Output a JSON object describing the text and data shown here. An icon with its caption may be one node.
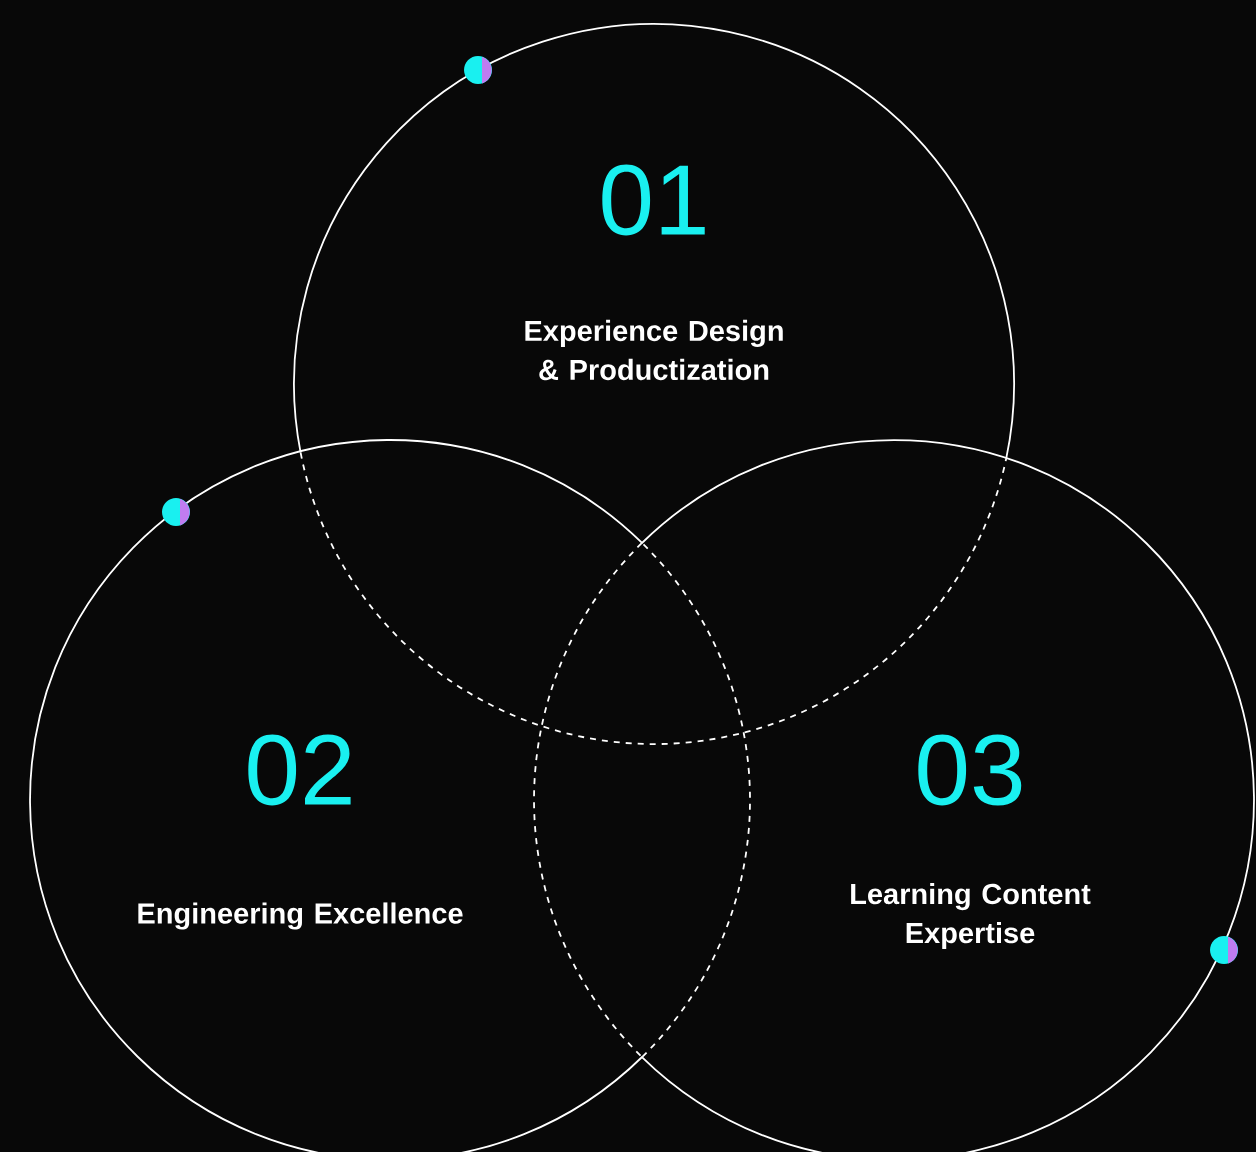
{
  "diagram": {
    "nodes": [
      {
        "text": [
          "01",
          "Experience Design & Productization"
        ]
      },
      {
        "text": [
          "02",
          "Engineering Excellence"
        ]
      },
      {
        "text": [
          "03",
          "Learning Content Expertise"
        ]
      }
    ]
  }
}
